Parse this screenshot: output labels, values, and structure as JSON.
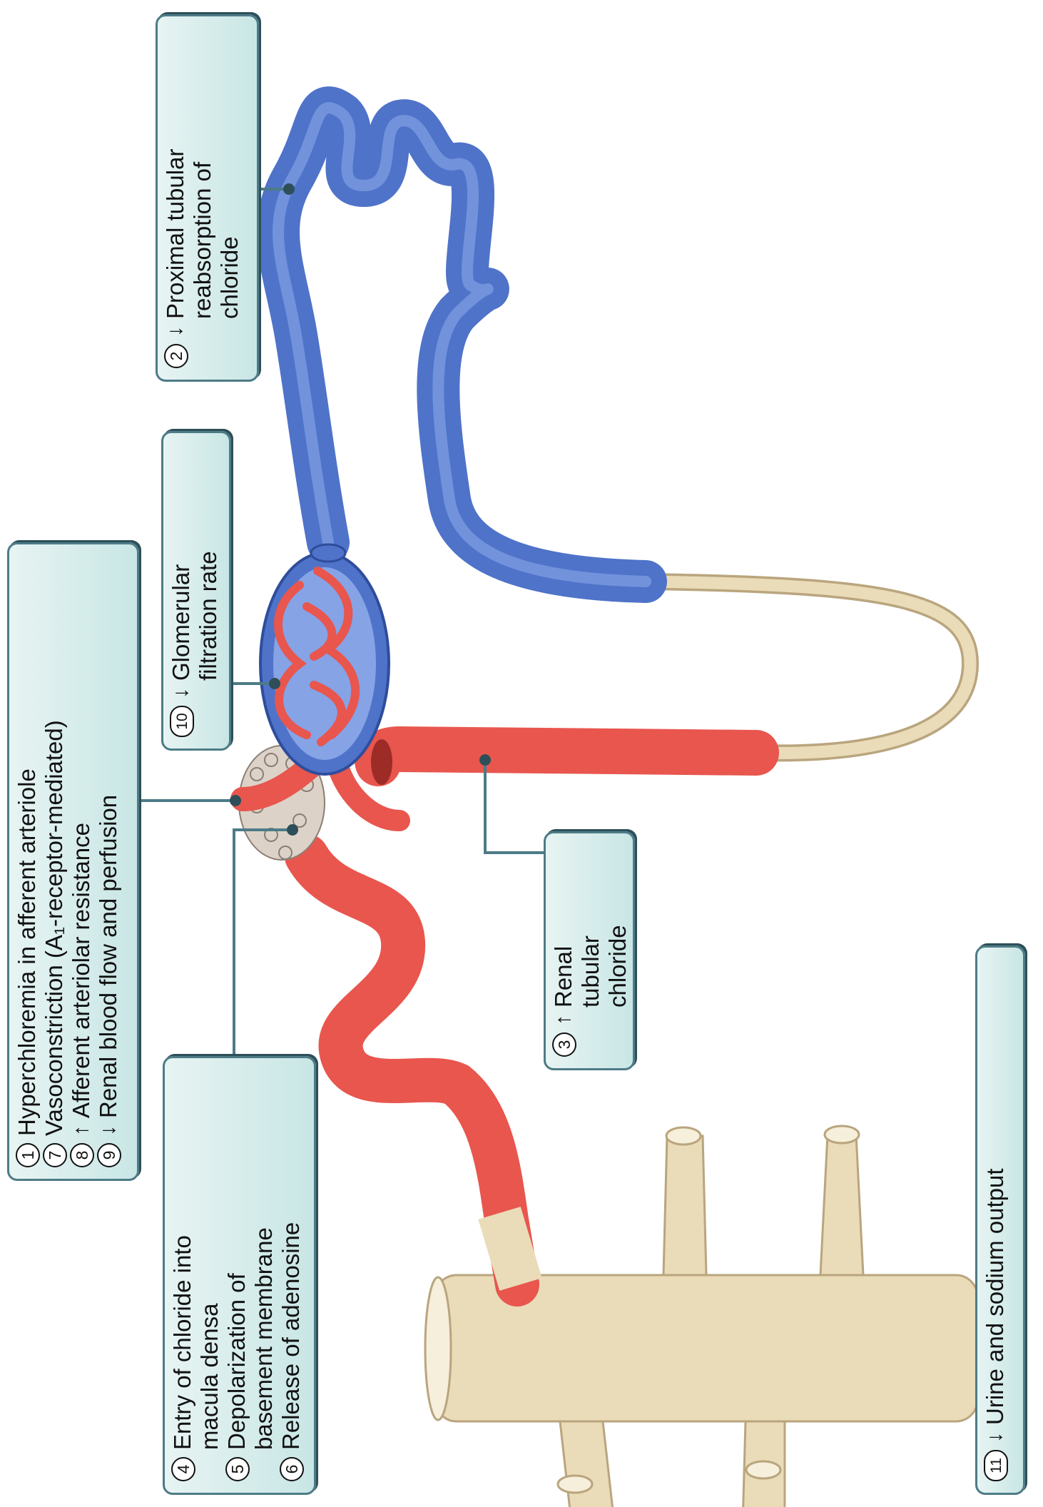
{
  "labels": {
    "box1": {
      "items": [
        {
          "num": "1",
          "arrow": "",
          "lines": [
            "Hyperchloremia in afferent arteriole"
          ]
        },
        {
          "num": "7",
          "arrow": "",
          "lines": [
            "Vasoconstriction (A₁-receptor-mediated)"
          ]
        },
        {
          "num": "8",
          "arrow": "↑",
          "lines": [
            "Afferent arteriolar resistance"
          ]
        },
        {
          "num": "9",
          "arrow": "↓",
          "lines": [
            "Renal blood flow and perfusion"
          ]
        }
      ]
    },
    "box2": {
      "num": "2",
      "arrow": "↓",
      "lines": [
        "Proximal tubular",
        "reabsorption of",
        "chloride"
      ]
    },
    "box3": {
      "num": "3",
      "arrow": "↑",
      "lines": [
        "Renal",
        "tubular",
        "chloride"
      ]
    },
    "box4": {
      "items": [
        {
          "num": "4",
          "lines": [
            "Entry of chloride into",
            "macula densa"
          ]
        },
        {
          "num": "5",
          "lines": [
            "Depolarization of",
            "basement membrane"
          ]
        },
        {
          "num": "6",
          "lines": [
            "Release of adenosine"
          ]
        }
      ]
    },
    "box10": {
      "num": "10",
      "arrow": "↓",
      "lines": [
        "Glomerular",
        "filtration rate"
      ]
    },
    "box11": {
      "num": "11",
      "arrow": "↓",
      "lines": [
        "Urine and sodium output"
      ]
    }
  },
  "colors": {
    "tubule_blue": "#4f73c9",
    "vessel_red": "#e8564e",
    "collecting_duct": "#eadcb8",
    "box_fill": "#d5ecea",
    "box_border": "#4d7b86"
  }
}
